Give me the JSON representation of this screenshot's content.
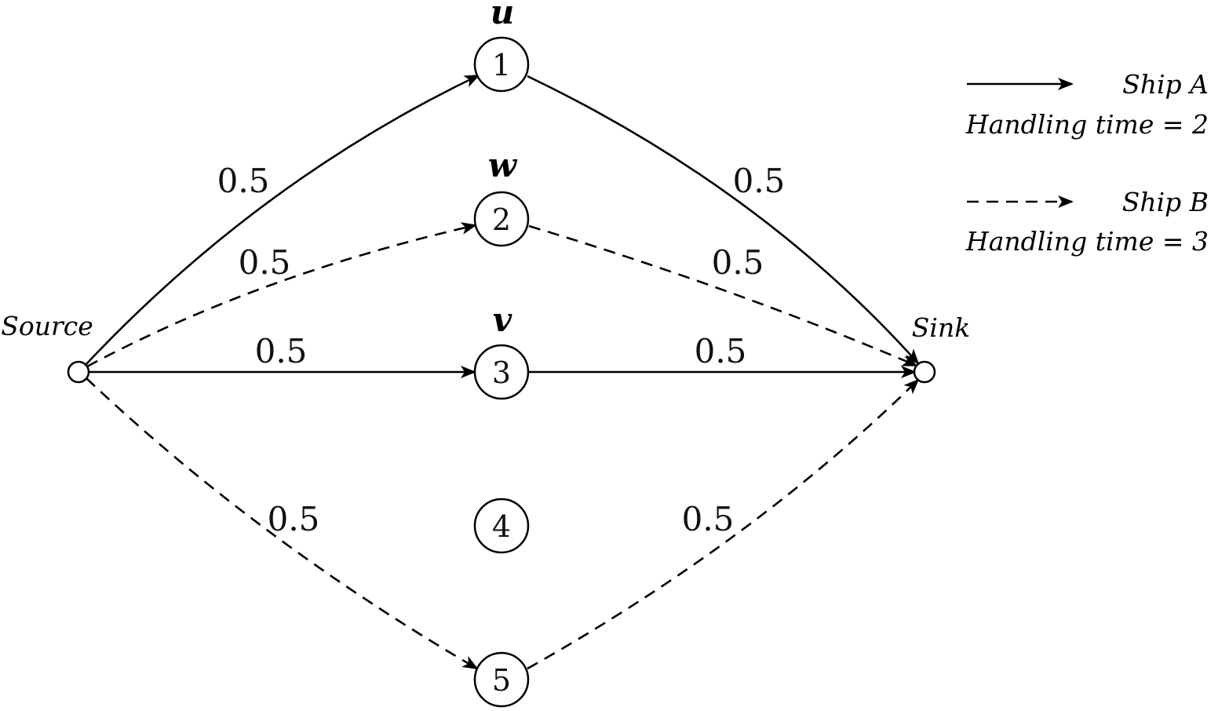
{
  "source_label": "Source",
  "sink_label": "Sink",
  "nodes": [
    {
      "id": "1",
      "var": "u"
    },
    {
      "id": "2",
      "var": "w"
    },
    {
      "id": "3",
      "var": "v"
    },
    {
      "id": "4",
      "var": ""
    },
    {
      "id": "5",
      "var": ""
    }
  ],
  "edges": [
    {
      "from": "Source",
      "to": "1",
      "style": "solid",
      "weight": "0.5"
    },
    {
      "from": "1",
      "to": "Sink",
      "style": "solid",
      "weight": "0.5"
    },
    {
      "from": "Source",
      "to": "2",
      "style": "dashed",
      "weight": "0.5"
    },
    {
      "from": "2",
      "to": "Sink",
      "style": "dashed",
      "weight": "0.5"
    },
    {
      "from": "Source",
      "to": "3",
      "style": "solid",
      "weight": "0.5"
    },
    {
      "from": "3",
      "to": "Sink",
      "style": "solid",
      "weight": "0.5"
    },
    {
      "from": "Source",
      "to": "5",
      "style": "dashed",
      "weight": "0.5"
    },
    {
      "from": "5",
      "to": "Sink",
      "style": "dashed",
      "weight": "0.5"
    }
  ],
  "legend": [
    {
      "style": "solid",
      "ship": "Ship A",
      "handling": "Handling time = 2"
    },
    {
      "style": "dashed",
      "ship": "Ship B",
      "handling": "Handling time = 3"
    }
  ],
  "colors": {
    "ink": "#000000",
    "background": "#ffffff"
  }
}
